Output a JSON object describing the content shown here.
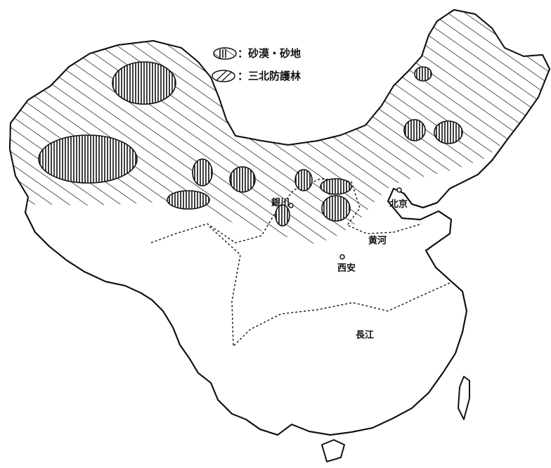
{
  "legend": {
    "desert_label": "：砂漠・砂地",
    "forest_label": "：三北防護林"
  },
  "places": {
    "yinchuan": "銀川",
    "beijing": "北京",
    "xian": "西安"
  },
  "rivers": {
    "huanghe": "黄河",
    "changjiang": "長江"
  },
  "colors": {
    "ink": "#111111",
    "background": "#ffffff"
  }
}
